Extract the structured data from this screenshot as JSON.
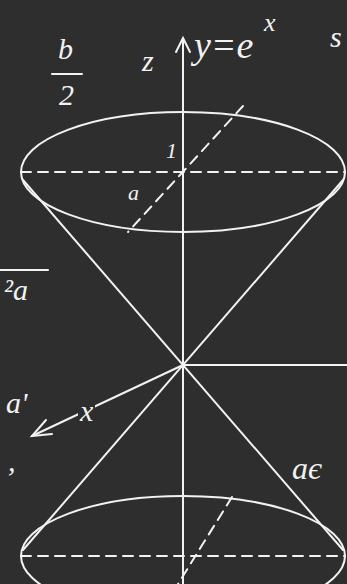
{
  "diagram": {
    "labels": [
      "b",
      "2",
      "z",
      "y=e",
      "x",
      "s",
      "1",
      "a",
      "x",
      "aє",
      "²a",
      "a'",
      ","
    ]
  }
}
